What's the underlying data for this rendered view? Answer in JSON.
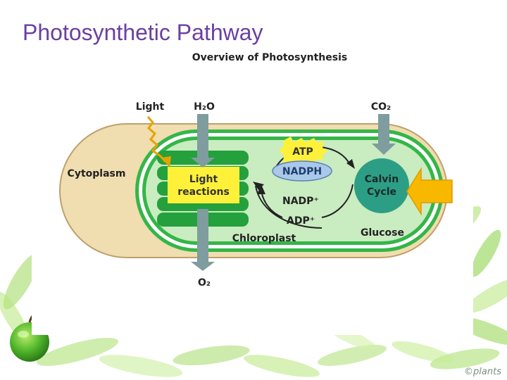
{
  "slide": {
    "title": "Photosynthetic Pathway",
    "watermark": "©plants"
  },
  "diagram": {
    "title": "Overview of Photosynthesis",
    "inputs": {
      "light": "Light",
      "water": "H₂O",
      "co2": "CO₂"
    },
    "output": {
      "oxygen": "O₂",
      "glucose": "Glucose"
    },
    "regions": {
      "cytoplasm": "Cytoplasm",
      "chloroplast": "Chloroplast"
    },
    "processes": {
      "light_reactions_line1": "Light",
      "light_reactions_line2": "reactions",
      "calvin_line1": "Calvin",
      "calvin_line2": "Cycle"
    },
    "molecules": {
      "atp": "ATP",
      "nadph": "NADPH",
      "nadp": "NADP⁺",
      "adp": "ADP⁺"
    },
    "colors": {
      "cytoplasm": "#f0ddb0",
      "chloroplast": "#c9ecc0",
      "membrane": "#34b648",
      "thylakoid": "#24a03c",
      "light_box": "#fff13a",
      "calvin": "#2d9e86",
      "arrow": "#7f9c9e",
      "highlight_arrow": "#f8b800",
      "title": "#6b3fa0"
    }
  }
}
